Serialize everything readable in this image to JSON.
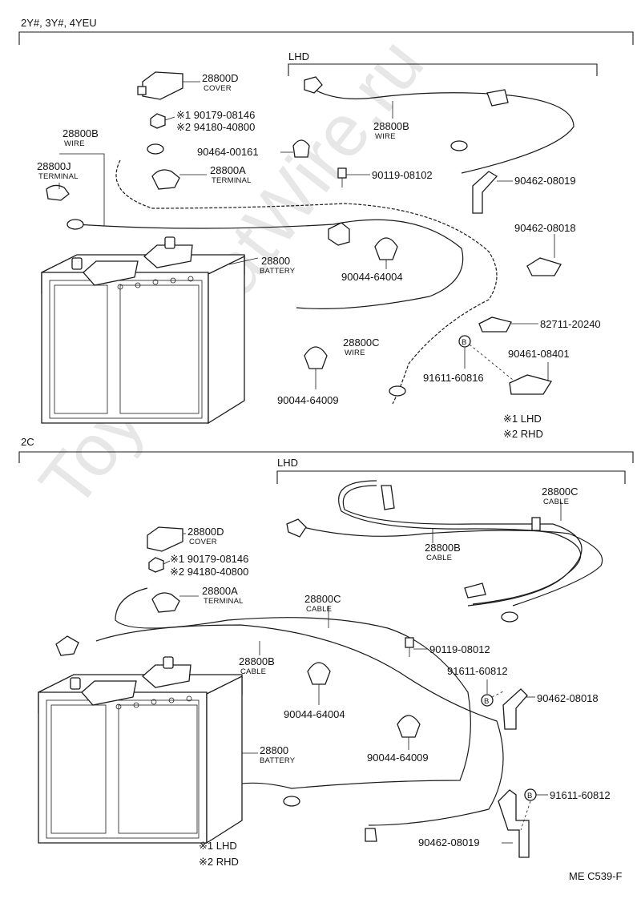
{
  "watermark": "ToyotaCatWire.ru",
  "section1": {
    "header": "2Y#, 3Y#, 4YEU",
    "lhd_label": "LHD",
    "parts": [
      {
        "num": "28800D",
        "desc": "COVER"
      },
      {
        "num": "※1 90179-08146",
        "desc": ""
      },
      {
        "num": "※2 94180-40800",
        "desc": ""
      },
      {
        "num": "90464-00161",
        "desc": ""
      },
      {
        "num": "28800B",
        "desc": "WIRE"
      },
      {
        "num": "28800J",
        "desc": "TERMINAL"
      },
      {
        "num": "28800A",
        "desc": "TERMINAL"
      },
      {
        "num": "90119-08102",
        "desc": ""
      },
      {
        "num": "28800B",
        "desc": "WIRE"
      },
      {
        "num": "90462-08019",
        "desc": ""
      },
      {
        "num": "90462-08018",
        "desc": ""
      },
      {
        "num": "28800",
        "desc": "BATTERY"
      },
      {
        "num": "90044-64004",
        "desc": ""
      },
      {
        "num": "82711-20240",
        "desc": ""
      },
      {
        "num": "28800C",
        "desc": "WIRE"
      },
      {
        "num": "90461-08401",
        "desc": ""
      },
      {
        "num": "91611-60816",
        "desc": ""
      },
      {
        "num": "90044-64009",
        "desc": ""
      }
    ],
    "legend": [
      "※1 LHD",
      "※2 RHD"
    ]
  },
  "section2": {
    "header": "2C",
    "lhd_label": "LHD",
    "parts": [
      {
        "num": "28800C",
        "desc": "CABLE"
      },
      {
        "num": "28800B",
        "desc": "CABLE"
      },
      {
        "num": "28800D",
        "desc": "COVER"
      },
      {
        "num": "※1 90179-08146",
        "desc": ""
      },
      {
        "num": "※2 94180-40800",
        "desc": ""
      },
      {
        "num": "28800A",
        "desc": "TERMINAL"
      },
      {
        "num": "28800C",
        "desc": "CABLE"
      },
      {
        "num": "90119-08012",
        "desc": ""
      },
      {
        "num": "28800B",
        "desc": "CABLE"
      },
      {
        "num": "91611-60812",
        "desc": ""
      },
      {
        "num": "90462-08018",
        "desc": ""
      },
      {
        "num": "90044-64004",
        "desc": ""
      },
      {
        "num": "90044-64009",
        "desc": ""
      },
      {
        "num": "28800",
        "desc": "BATTERY"
      },
      {
        "num": "91611-60812",
        "desc": ""
      },
      {
        "num": "90462-08019",
        "desc": ""
      }
    ],
    "legend": [
      "※1 LHD",
      "※2 RHD"
    ]
  },
  "b_marker": "B",
  "footer_code": "ME C539-F"
}
